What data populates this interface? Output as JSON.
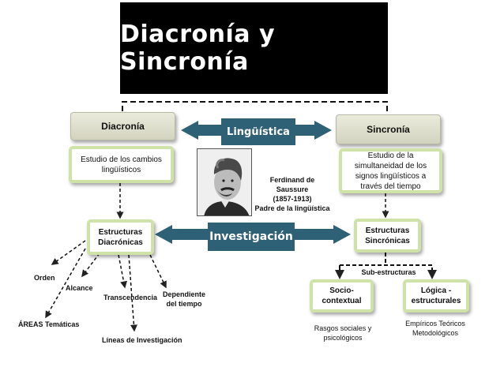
{
  "title": "Diacronía y Sincronía",
  "center_labels": {
    "linguistica": "Lingüística",
    "investigacion": "Investigación"
  },
  "diacronia": {
    "heading": "Diacronía",
    "description": "Estudio de los cambios lingüísticos",
    "structures": "Estructuras Diacrónicas",
    "branches": [
      "Orden",
      "Alcance",
      "ÁREAS Temáticas",
      "Transcendencia",
      "Líneas de Investigación",
      "Dependiente del tiempo"
    ]
  },
  "sincronia": {
    "heading": "Sincronía",
    "description": "Estudio de la simultaneidad de los signos lingüísticos a través del tiempo",
    "structures": "Estructuras Sincrónicas",
    "sub_label": "Sub-estructuras",
    "socio": "Socio-contextual",
    "logica": "Lógica - estructurales",
    "socio_detail": "Rasgos sociales y psicológicos",
    "logica_detail": "Empíricos Teóricos Metodológicos"
  },
  "saussure": {
    "name": "Ferdinand de Saussure",
    "years": "(1857-1913)",
    "role": "Padre de la lingüística"
  },
  "colors": {
    "blue": "#2e6176",
    "green_border": "#cfe3a8",
    "gray_top": "#ebebdc",
    "gray_bottom": "#d2d3bf"
  }
}
